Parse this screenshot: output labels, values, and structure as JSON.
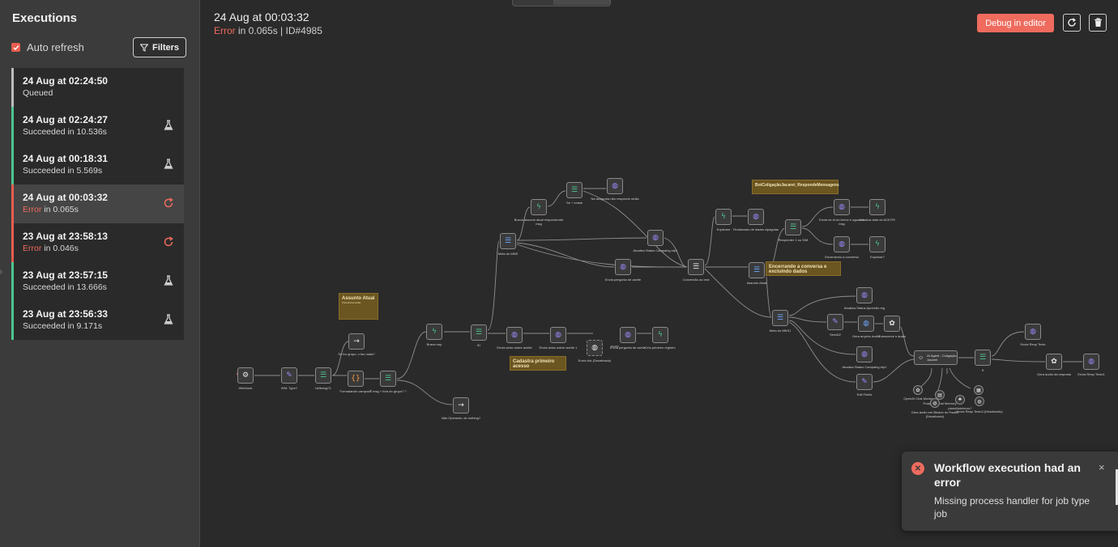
{
  "sidebar": {
    "title": "Executions",
    "auto_refresh_label": "Auto refresh",
    "filters_label": "Filters",
    "executions": [
      {
        "date": "24 Aug at 02:24:50",
        "status": "Queued",
        "status_extra": "",
        "icon": "none"
      },
      {
        "date": "24 Aug at 02:24:27",
        "status": "Succeeded in 10.536s",
        "status_extra": "",
        "icon": "flask-icon"
      },
      {
        "date": "24 Aug at 00:18:31",
        "status": "Succeeded in 5.569s",
        "status_extra": "",
        "icon": "flask-icon"
      },
      {
        "date": "24 Aug at 00:03:32",
        "status": "Error",
        "status_extra": " in 0.065s",
        "icon": "retry-icon"
      },
      {
        "date": "23 Aug at 23:58:13",
        "status": "Error",
        "status_extra": " in 0.046s",
        "icon": "retry-icon"
      },
      {
        "date": "23 Aug at 23:57:15",
        "status": "Succeeded in 13.666s",
        "status_extra": "",
        "icon": "flask-icon"
      },
      {
        "date": "23 Aug at 23:56:33",
        "status": "Succeeded in 9.171s",
        "status_extra": "",
        "icon": "flask-icon"
      }
    ]
  },
  "header": {
    "date": "24 Aug at 00:03:32",
    "status_word": "Error",
    "status_rest": " in 0.065s | ID#4985",
    "debug_label": "Debug in editor"
  },
  "colors": {
    "error": "#ee6b5e",
    "success": "#4ec58f",
    "sticky": "#6b5520"
  },
  "canvas": {
    "nodes": [
      {
        "label": "Webhook"
      },
      {
        "label": "WM: Type?"
      },
      {
        "label": "IsMensg?1"
      },
      {
        "label": "Se for grupo, n faz nada?"
      },
      {
        "label": "Formatando campos?"
      },
      {
        "label": "É msg + fora do grupo? ?"
      },
      {
        "label": "Não Operador, do nothing?"
      },
      {
        "label": "Busca cep"
      },
      {
        "label": "If1"
      },
      {
        "label": "Envia aviso sobre aceite"
      },
      {
        "label": "Envia aviso sobre aceite 1"
      },
      {
        "label": "Envia lick (Desativado)"
      },
      {
        "label": "Envia pergunta de aceite"
      },
      {
        "label": "Cria primeiro registro"
      },
      {
        "label": "Meta do MNS"
      },
      {
        "label": "Busca assunto atual respondendo msg"
      },
      {
        "label": "Se + existe"
      },
      {
        "label": "Na ausgunta não respondo mulla"
      },
      {
        "label": "Atualiza Status Campaing etp1"
      },
      {
        "label": "Envia pergunta de aceite"
      },
      {
        "label": "Conversão ao real"
      },
      {
        "label": "Equilume"
      },
      {
        "label": "Finalizando de dados zipágulas"
      },
      {
        "label": "Assunto Atual"
      },
      {
        "label": "Responder 1 ou SIM"
      },
      {
        "label": "Envia do id do termo e aguarde msg"
      },
      {
        "label": "Atualiza data do ACEITE"
      },
      {
        "label": "Encerrando a conversa"
      },
      {
        "label": "Expulsar?"
      },
      {
        "label": "Meta do MNS1"
      },
      {
        "label": "Atualiza Status Aprendiz reg"
      },
      {
        "label": "Send02"
      },
      {
        "label": "Gera arquivo áudio"
      },
      {
        "label": "Transcreve o áudio"
      },
      {
        "label": "Atualiza Status Campaing etp1"
      },
      {
        "label": "Edit Fields"
      },
      {
        "label": "AI Agent - Coligação Jacarei"
      },
      {
        "label": "If"
      },
      {
        "label": "Envia Resp Texto"
      },
      {
        "label": "Gera áudio da resposta"
      },
      {
        "label": "Envia Resp Texto1"
      },
      {
        "label": "OpenAI Chat Model"
      },
      {
        "label": "Postgres Chat Memory"
      },
      {
        "label": "Gera áudio em Binario do Pacific (Desativado)"
      },
      {
        "label": "planoNoteicrou?"
      },
      {
        "label": "Envia Resp Texto3 (Desativado)"
      }
    ],
    "stickies": [
      {
        "title": "Assunto Atual",
        "body": "Primeiro/conexão"
      },
      {
        "title": "Cadastra primeiro acesso",
        "body": ""
      },
      {
        "title": "BotColigaçãoJacarei_RespondeMensagens",
        "body": ""
      },
      {
        "title": "Encerrando a conversa e excluindo dados",
        "body": ""
      }
    ]
  },
  "toast": {
    "title": "Workflow execution had an error",
    "message": "Missing process handler for job type job",
    "close": "×"
  }
}
